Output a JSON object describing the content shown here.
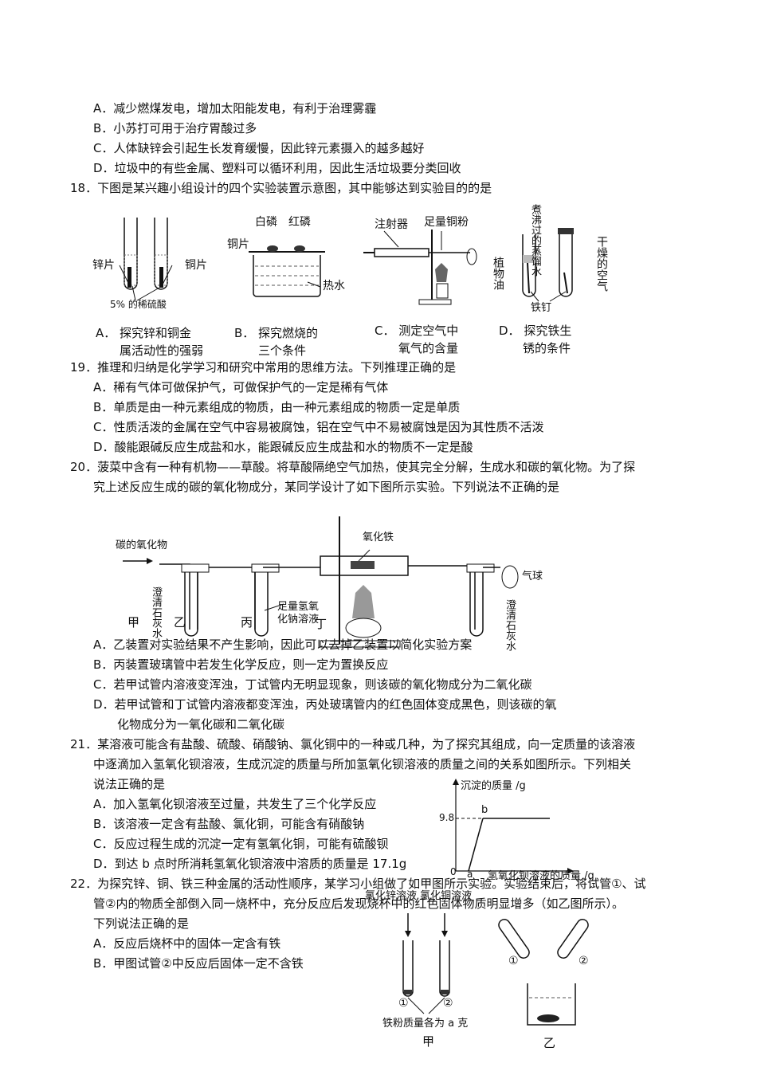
{
  "q17_options": [
    "A．减少燃煤发电，增加太阳能发电，有利于治理雾霾",
    "B．小苏打可用于治疗胃酸过多",
    "C．人体缺锌会引起生长发育缓慢，因此锌元素摄入的越多越好",
    "D．垃圾中的有些金属、塑料可以循环利用，因此生活垃圾要分类回收"
  ],
  "q18": {
    "stem": "18．下图是某兴趣小组设计的四个实验装置示意图，其中能够达到实验目的的是",
    "fig_a": {
      "label_zn": "锌片",
      "label_cu": "铜片",
      "label_acid": "5% 的稀硫酸"
    },
    "fig_b": {
      "label_p1": "白磷",
      "label_p2": "红磷",
      "label_cu": "铜片",
      "label_water": "热水"
    },
    "fig_c": {
      "label_syringe": "注射器",
      "label_cu": "足量铜粉"
    },
    "fig_d": {
      "label_water": "煮沸过的蒸馏水",
      "label_oil": "植物油",
      "label_air": "干燥的空气",
      "label_nail": "铁钉"
    },
    "captions": {
      "a1": "A．  探究锌和铜金",
      "a2": "属活动性的强弱",
      "b1": "B．  探究燃烧的",
      "b2": "三个条件",
      "c1": "C．  测定空气中",
      "c2": "氧气的含量",
      "d1": "D．  探究铁生",
      "d2": "锈的条件"
    }
  },
  "q19": {
    "stem": "19．推理和归纳是化学学习和研究中常用的思维方法。下列推理正确的是",
    "options": [
      "A．稀有气体可做保护气，可做保护气的一定是稀有气体",
      "B．单质是由一种元素组成的物质，由一种元素组成的物质一定是单质",
      "C．性质活泼的金属在空气中容易被腐蚀，铝在空气中不易被腐蚀是因为其性质不活泼",
      "D．酸能跟碱反应生成盐和水，能跟碱反应生成盐和水的物质不一定是酸"
    ]
  },
  "q20": {
    "stem1": "20．菠菜中含有一种有机物——草酸。将草酸隔绝空气加热，使其完全分解，生成水和碳的氧化物。为了探",
    "stem2": "究上述反应生成的碳的氧化物成分，某同学设计了如下图所示实验。下列说法不正确的是",
    "fig": {
      "label_in": "碳的氧化物",
      "label_fe2o3": "氧化铁",
      "label_balloon": "气球",
      "label_limewater": "澄清石灰水",
      "label_naoh1": "足量氢氧",
      "label_naoh2": "化钠溶液",
      "jia": "甲",
      "yi": "乙",
      "bing": "丙",
      "ding": "丁"
    },
    "options": [
      "A．乙装置对实验结果不产生影响，因此可以去掉乙装置以简化实验方案",
      "B．丙装置玻璃管中若发生化学反应，则一定为置换反应",
      "C．若甲试管内溶液变浑浊，丁试管内无明显现象，则该碳的氧化物成分为二氧化碳",
      "D．若甲试管和丁试管内溶液都变浑浊，丙处玻璃管内的红色固体变成黑色，则该碳的氧",
      "化物成分为一氧化碳和二氧化碳"
    ]
  },
  "q21": {
    "stem1": "21．某溶液可能含有盐酸、硫酸、硝酸钠、氯化铜中的一种或几种，为了探究其组成，向一定质量的该溶液",
    "stem2": "中逐滴加入氢氧化钡溶液，生成沉淀的质量与所加氢氧化钡溶液的质量之间的关系如图所示。下列相关",
    "stem3": "说法正确的是",
    "options": [
      "A．加入氢氧化钡溶液至过量，共发生了三个化学反应",
      "B．该溶液一定含有盐酸、氯化铜，可能含有硝酸钠",
      "C．反应过程生成的沉淀一定有氢氧化铜，可能有硫酸钡",
      "D．到达 b 点时所消耗氢氧化钡溶液中溶质的质量是 17.1g"
    ],
    "graph": {
      "ylabel": "沉淀的质量 /g",
      "xlabel": "氢氧化钡溶液的质量 /g",
      "y_value": "9.8",
      "point": "b",
      "origin": "0",
      "a": "a"
    }
  },
  "q22": {
    "stem1": "22．为探究锌、铜、铁三种金属的活动性顺序，某学习小组做了如甲图所示实验。实验结束后，将试管①、试",
    "stem2": "管②内的物质全部倒入同一烧杯中，充分反应后发现烧杯中的红色固体物质明显增多（如乙图所示）。",
    "stem3": "下列说法正确的是",
    "options": [
      "A．反应后烧杯中的固体一定含有铁",
      "B．甲图试管②中反应后固体一定不含铁"
    ],
    "fig": {
      "label_top": "氯化锌溶液  氯化铜溶液",
      "tube1": "①",
      "tube2": "②",
      "label_fe": "铁粉质量各为 a 克",
      "jia": "甲",
      "yi": "乙"
    }
  }
}
